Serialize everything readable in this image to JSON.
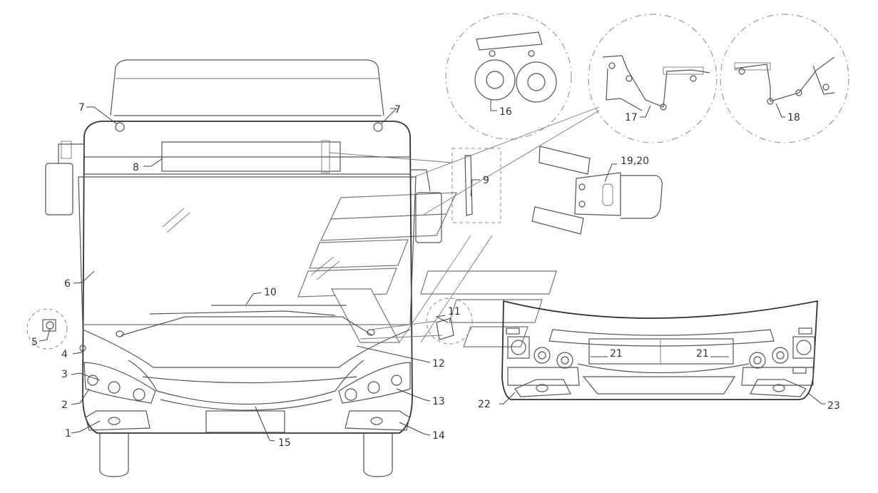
{
  "callouts": {
    "c1": "1",
    "c2": "2",
    "c3": "3",
    "c4": "4",
    "c5": "5",
    "c6": "6",
    "c7a": "7",
    "c7b": "7",
    "c8": "8",
    "c9": "9",
    "c10": "10",
    "c11": "11",
    "c12": "12",
    "c13": "13",
    "c14": "14",
    "c15": "15",
    "c16": "16",
    "c17": "17",
    "c18": "18",
    "c19_20": "19,20",
    "c21a": "21",
    "c21b": "21",
    "c22": "22",
    "c23": "23"
  }
}
